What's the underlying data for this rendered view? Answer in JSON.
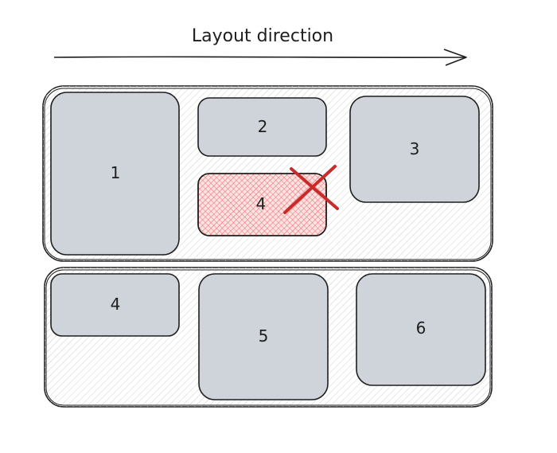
{
  "title": "Layout direction",
  "rows": [
    {
      "items": [
        {
          "label": "1",
          "state": "placed"
        },
        {
          "label": "2",
          "state": "placed"
        },
        {
          "label": "4",
          "state": "rejected"
        },
        {
          "label": "3",
          "state": "placed"
        }
      ]
    },
    {
      "items": [
        {
          "label": "4",
          "state": "placed"
        },
        {
          "label": "5",
          "state": "placed"
        },
        {
          "label": "6",
          "state": "placed"
        }
      ]
    }
  ],
  "colors": {
    "stroke": "#1e1e1e",
    "box_fill": "#ced4da",
    "container_hatch": "#d0d0d0",
    "rejected_fill": "#e03131",
    "rejected_hatch": "#ffc9c9",
    "cross": "#c92a2a"
  }
}
